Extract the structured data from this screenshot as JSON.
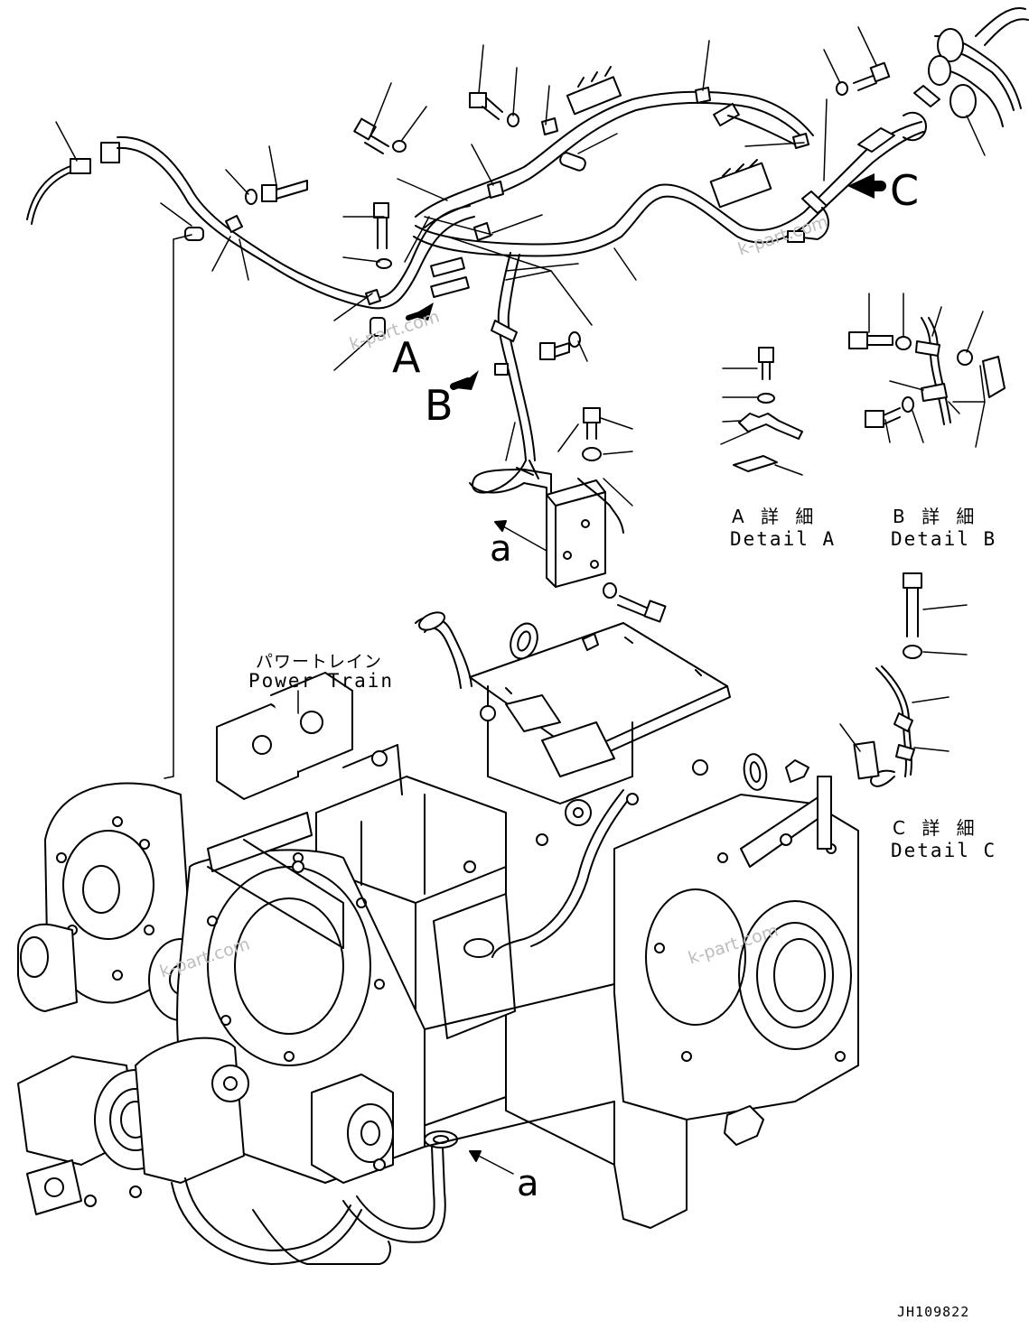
{
  "callouts": {
    "A": "A",
    "B": "B",
    "C": "C",
    "a_upper": "a",
    "a_lower": "a"
  },
  "details": {
    "a_jp": "A 詳 細",
    "a_en": "Detail A",
    "b_jp": "B 詳 細",
    "b_en": "Detail B",
    "c_jp": "C 詳 細",
    "c_en": "Detail C"
  },
  "power_train": {
    "jp": "パワートレイン",
    "en": "Power Train"
  },
  "watermarks": [
    "k-part.com",
    "k-part.com",
    "k-part.com",
    "k-part.com"
  ],
  "drawing_code": "JH109822",
  "colors": {
    "line": "#000000",
    "background": "#ffffff",
    "watermark": "#bdbdbd"
  }
}
